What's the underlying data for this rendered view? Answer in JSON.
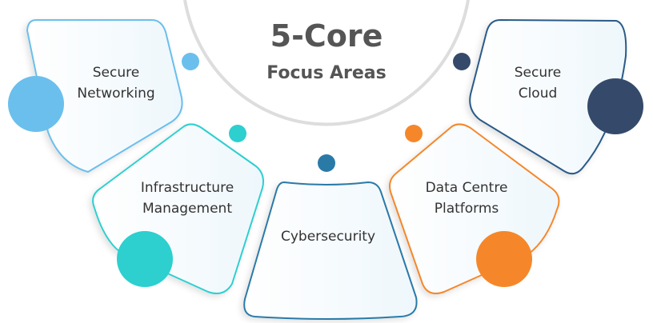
{
  "title": {
    "line1": "5-Core",
    "line2": "Focus Areas"
  },
  "colors": {
    "secure_networking": "#6bbfec",
    "infrastructure": "#2dcfcf",
    "cybersecurity": "#2a7aa8",
    "data_centre": "#f5872a",
    "secure_cloud": "#354a6a",
    "title": "#555555",
    "arc": "#dddddd"
  },
  "areas": [
    {
      "line1": "Secure",
      "line2": "Networking"
    },
    {
      "line1": "Infrastructure",
      "line2": "Management"
    },
    {
      "line1": "Cybersecurity"
    },
    {
      "line1": "Data Centre",
      "line2": "Platforms"
    },
    {
      "line1": "Secure",
      "line2": "Cloud"
    }
  ]
}
